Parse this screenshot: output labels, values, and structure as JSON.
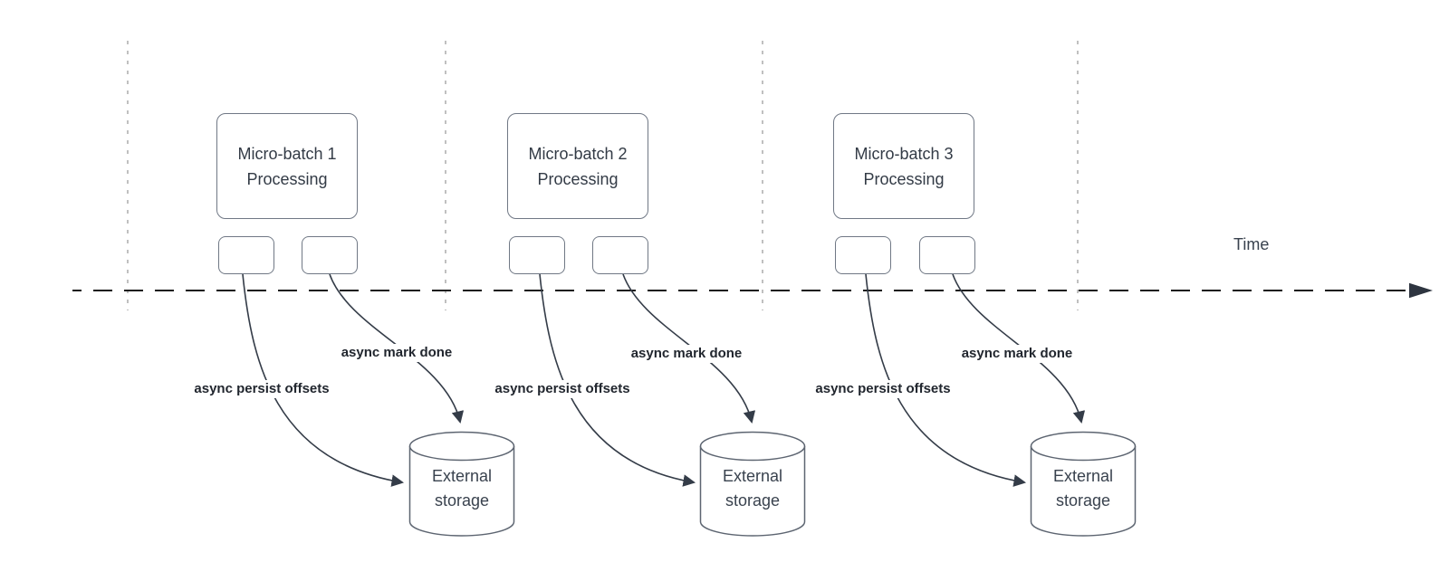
{
  "diagram": {
    "title_semantic": "Micro-batch asynchronous progress tracking over time",
    "timeline": {
      "label": "Time"
    },
    "sections": [
      {
        "box_label": "Micro-batch 1 Processing",
        "persist_label": "async persist offsets",
        "done_label": "async mark done",
        "storage_label": "External storage"
      },
      {
        "box_label": "Micro-batch 2 Processing",
        "persist_label": "async persist offsets",
        "done_label": "async mark done",
        "storage_label": "External storage"
      },
      {
        "box_label": "Micro-batch 3 Processing",
        "persist_label": "async persist offsets",
        "done_label": "async mark done",
        "storage_label": "External storage"
      }
    ],
    "colors": {
      "arrow_stroke": "#343c48",
      "boundary_gridline": "#b0b0b0",
      "timeline_stroke": "#1a1a1a",
      "box_border": "#707885",
      "box_text": "#333b46",
      "bold_label_text": "#21262e"
    }
  }
}
